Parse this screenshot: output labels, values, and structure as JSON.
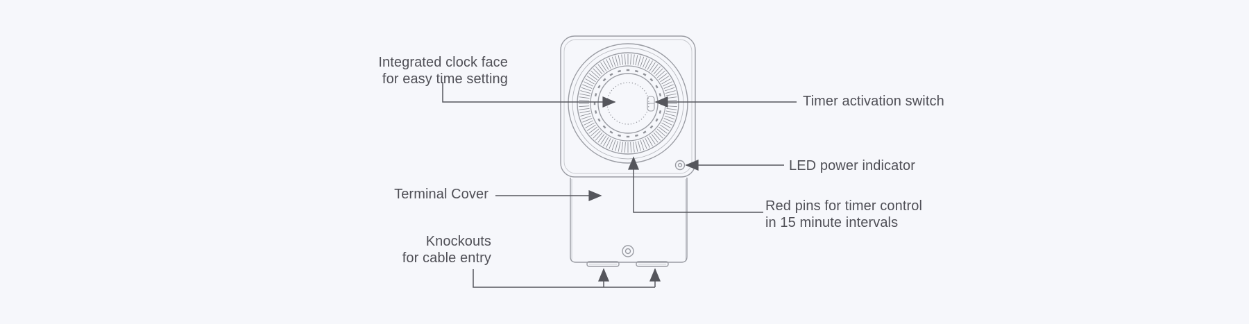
{
  "colors": {
    "background": "#f6f7fb",
    "line": "#55565c",
    "device_stroke": "#9a9ca3",
    "text": "#4f4f56"
  },
  "device": {
    "icon": "timer-switch-device-icon"
  },
  "callouts": {
    "clock_face": {
      "line1": "Integrated clock face",
      "line2": "for easy time setting"
    },
    "timer_switch": {
      "line1": "Timer activation switch"
    },
    "led_indicator": {
      "line1": "LED power indicator"
    },
    "terminal_cover": {
      "line1": "Terminal Cover"
    },
    "red_pins": {
      "line1": "Red pins for timer control",
      "line2": "in 15 minute intervals"
    },
    "knockouts": {
      "line1": "Knockouts",
      "line2": "for cable entry"
    }
  }
}
